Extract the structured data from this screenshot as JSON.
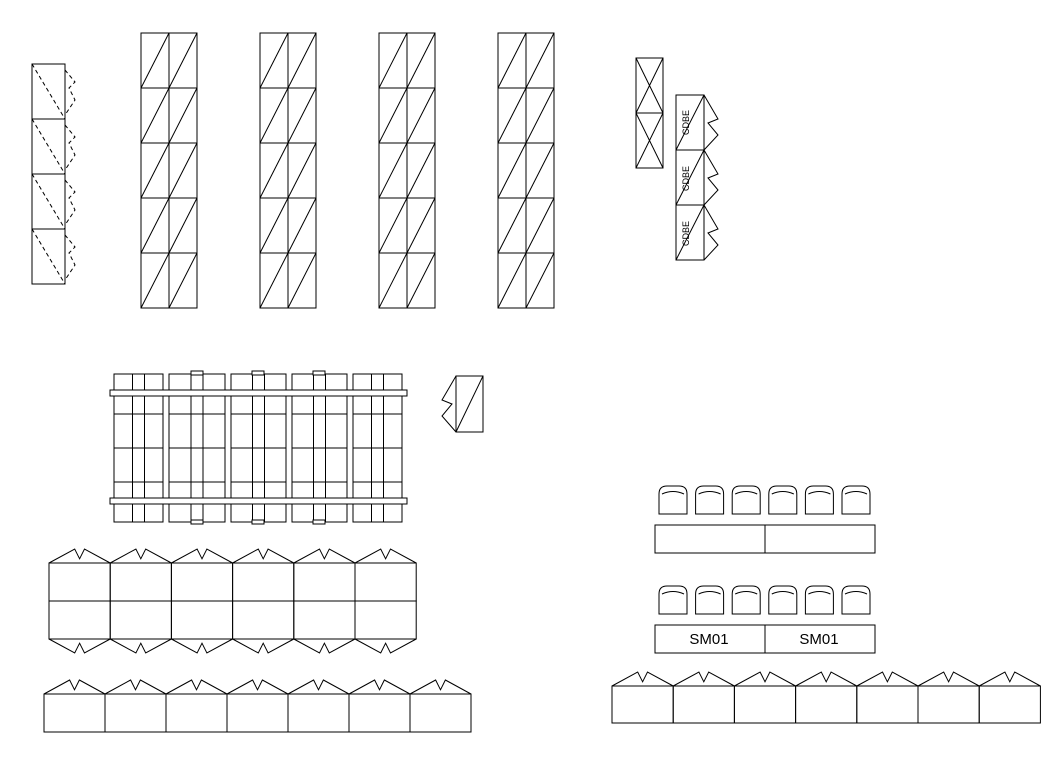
{
  "drawing": {
    "description_free": true,
    "line_color": "#000000",
    "background_color": "#ffffff"
  },
  "labels": {
    "cabinet_tag": "CDBE",
    "desk_tag": "SM01"
  },
  "groups": {
    "file_cabinet_column": {
      "units": 4
    },
    "storage_racks": {
      "columns": 4,
      "units_per_column": 5
    },
    "cdbe_cabinets": {
      "units": 3
    },
    "shelving_rack": {
      "bays": 5
    },
    "double_row_cabinets": {
      "units_per_row": 6,
      "rows": 2
    },
    "single_row_cabinets_left": {
      "units": 7
    },
    "single_row_cabinets_right": {
      "units": 7
    },
    "desk_row_top": {
      "chairs": 6,
      "desks": 2,
      "labeled": false
    },
    "desk_row_bottom": {
      "chairs": 6,
      "desks": 2,
      "labeled": true
    }
  }
}
